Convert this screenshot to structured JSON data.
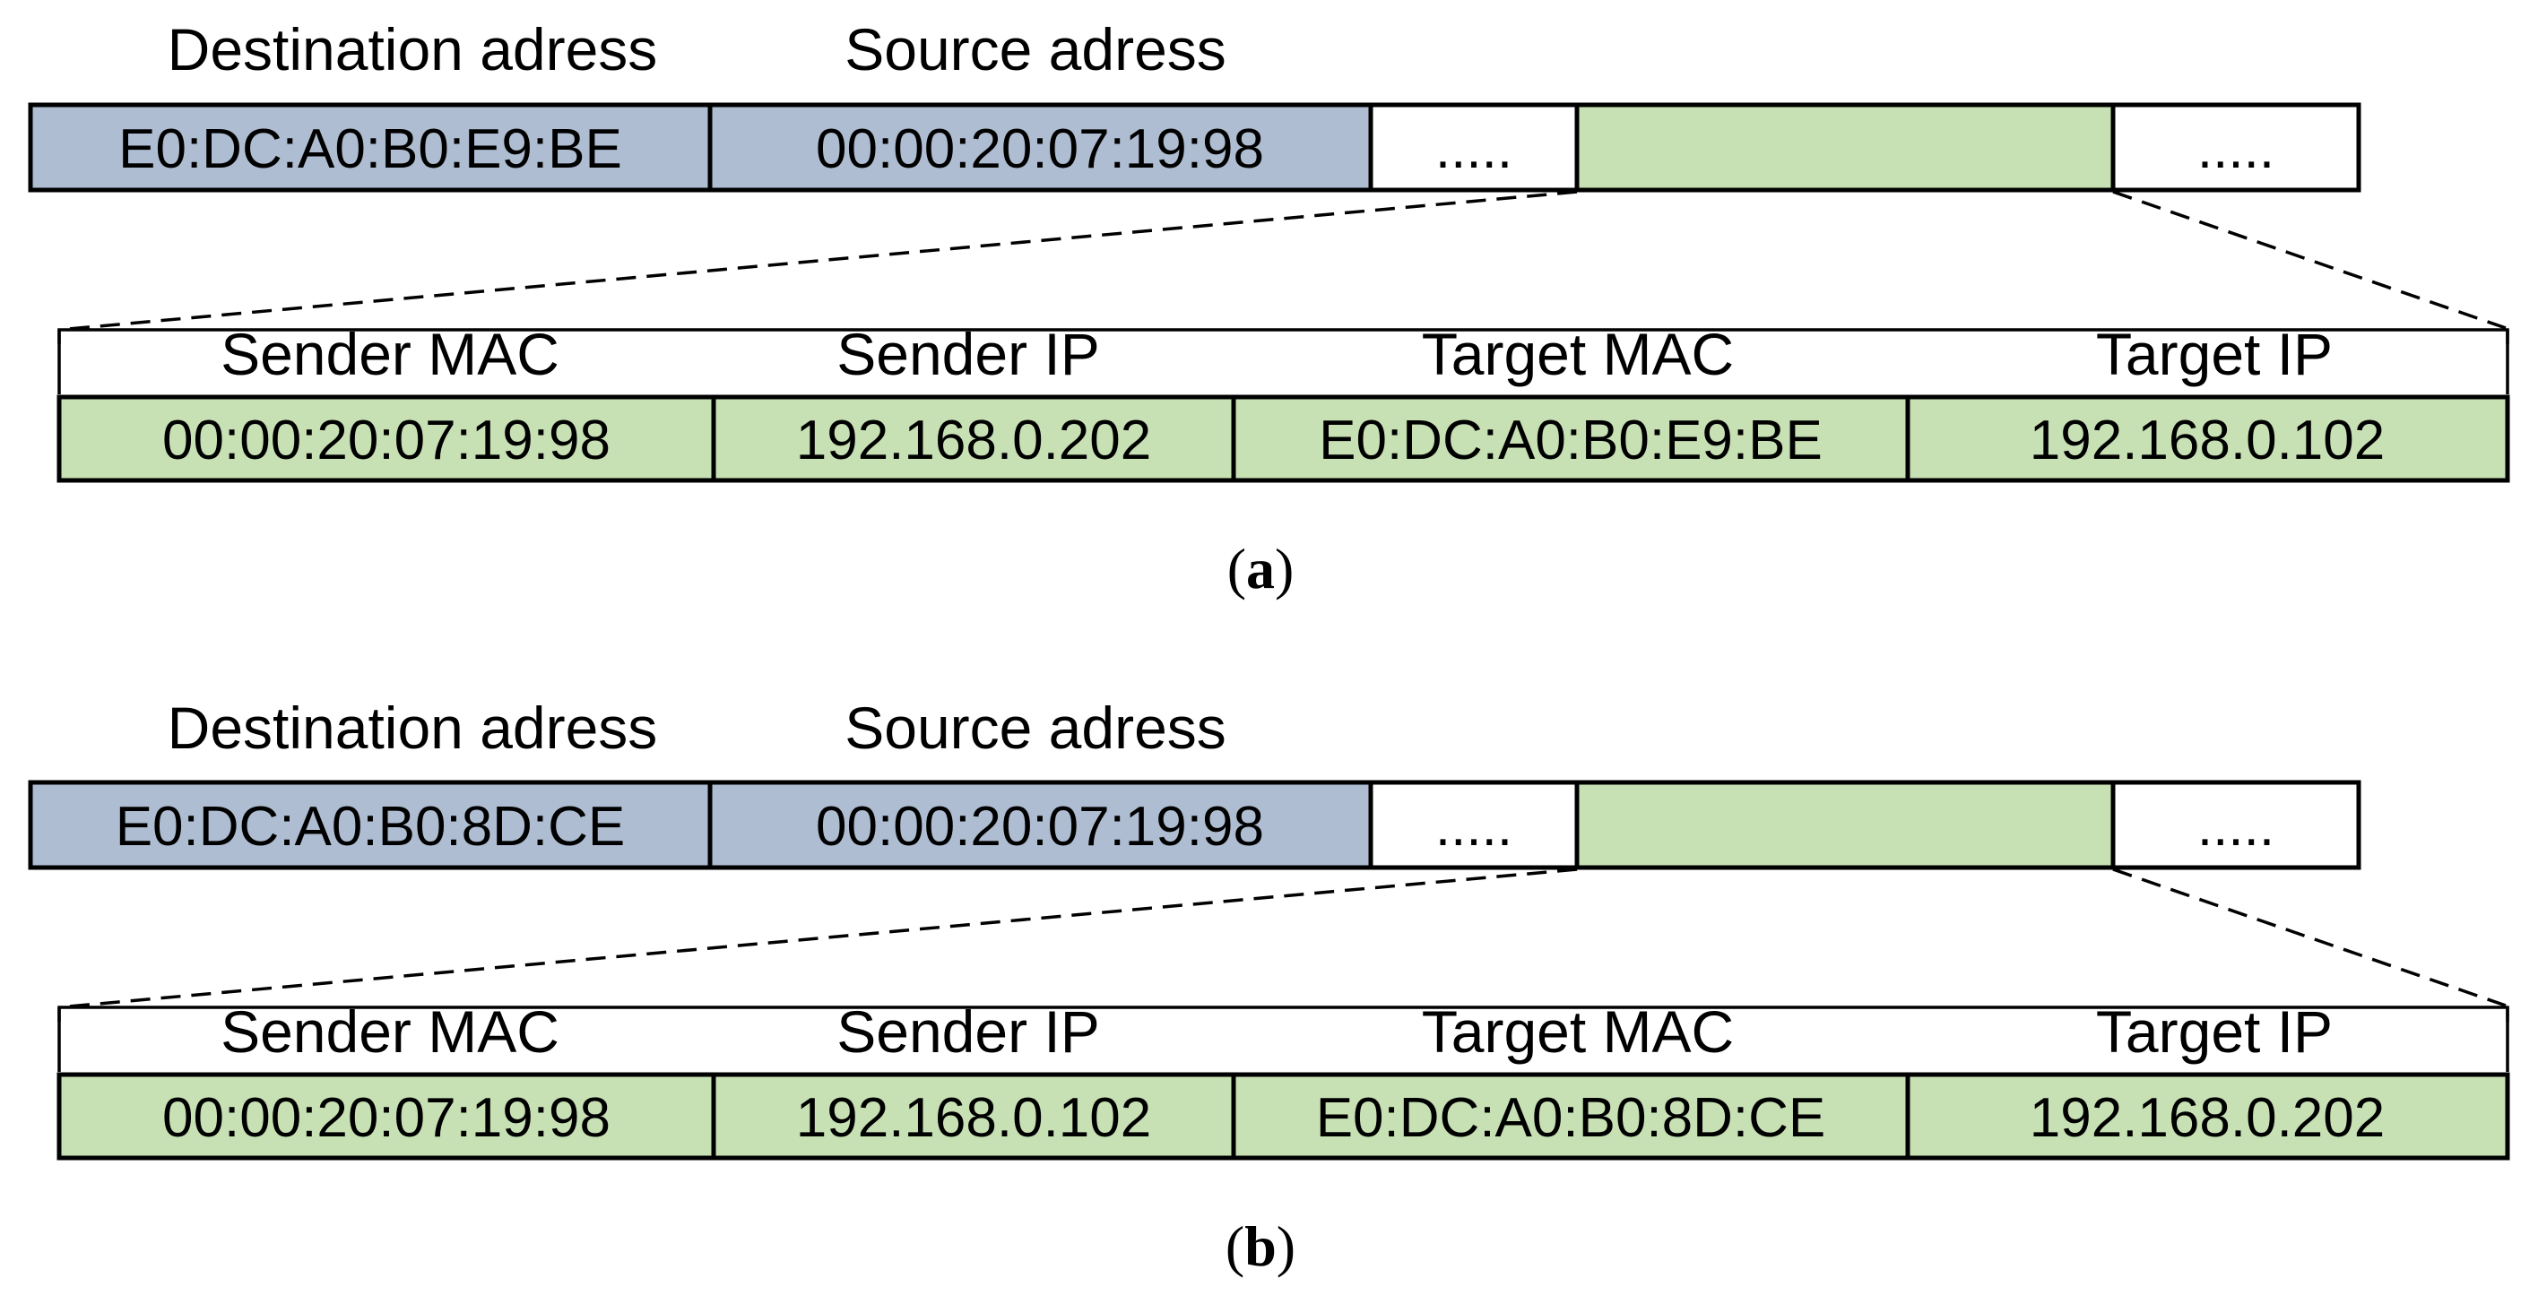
{
  "colors": {
    "address_fill": "#aebdd1",
    "arp_fill": "#c7e1b5",
    "blank_fill": "#ffffff",
    "stroke": "#000000"
  },
  "panels": [
    {
      "id": "a",
      "caption": "a",
      "frame": {
        "destination_label": "Destination adress",
        "source_label": "Source adress",
        "destination_value": "E0:DC:A0:B0:E9:BE",
        "source_value": "00:00:20:07:19:98",
        "ellipsis_before": ".....",
        "ellipsis_after": "....."
      },
      "arp": {
        "headers": [
          "Sender MAC",
          "Sender IP",
          "Target MAC",
          "Target IP"
        ],
        "values": [
          "00:00:20:07:19:98",
          "192.168.0.202",
          "E0:DC:A0:B0:E9:BE",
          "192.168.0.102"
        ]
      }
    },
    {
      "id": "b",
      "caption": "b",
      "frame": {
        "destination_label": "Destination adress",
        "source_label": "Source adress",
        "destination_value": "E0:DC:A0:B0:8D:CE",
        "source_value": "00:00:20:07:19:98",
        "ellipsis_before": ".....",
        "ellipsis_after": "....."
      },
      "arp": {
        "headers": [
          "Sender MAC",
          "Sender IP",
          "Target MAC",
          "Target IP"
        ],
        "values": [
          "00:00:20:07:19:98",
          "192.168.0.102",
          "E0:DC:A0:B0:8D:CE",
          "192.168.0.202"
        ]
      }
    }
  ]
}
